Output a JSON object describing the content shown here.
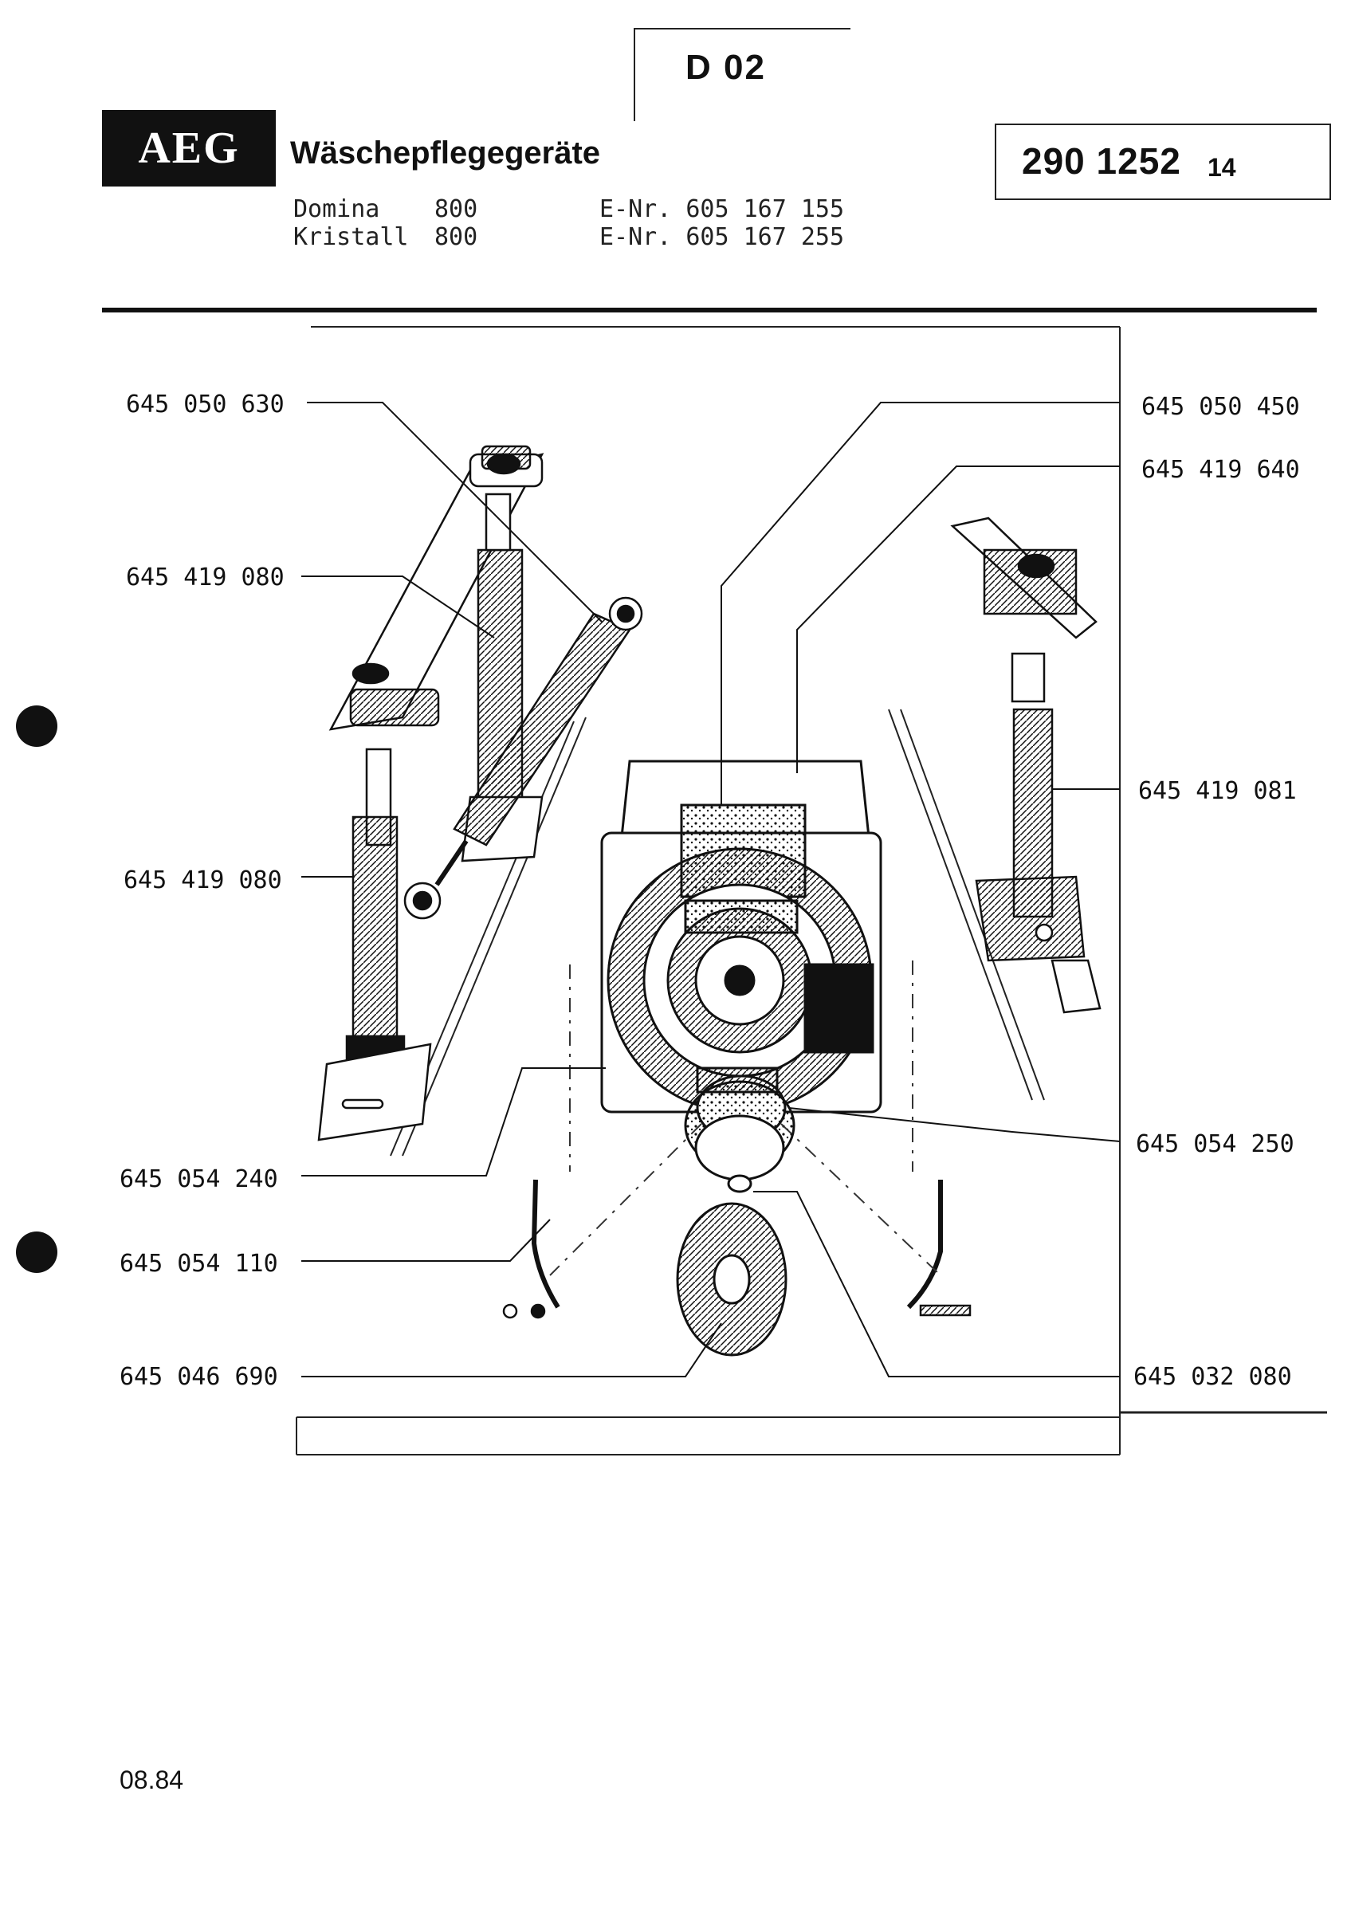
{
  "header": {
    "section_code": "D 02",
    "brand": "AEG",
    "title": "Wäschepflegegeräte",
    "document_number": "290 1252",
    "document_suffix": "14"
  },
  "models": [
    {
      "name": "Domina",
      "type": "800",
      "enr": "E-Nr. 605 167 155"
    },
    {
      "name": "Kristall",
      "type": "800",
      "enr": "E-Nr. 605 167 255"
    }
  ],
  "parts": {
    "p1": "645 050 630",
    "p2": "645 419 080",
    "p3": "645 419 080",
    "p4": "645 054 240",
    "p5": "645 054 110",
    "p6": "645 046 690",
    "p7": "645 050 450",
    "p8": "645 419 640",
    "p9": "645 419 081",
    "p10": "645 054 250",
    "p11": "645 032 080"
  },
  "footer": {
    "date": "08.84"
  }
}
